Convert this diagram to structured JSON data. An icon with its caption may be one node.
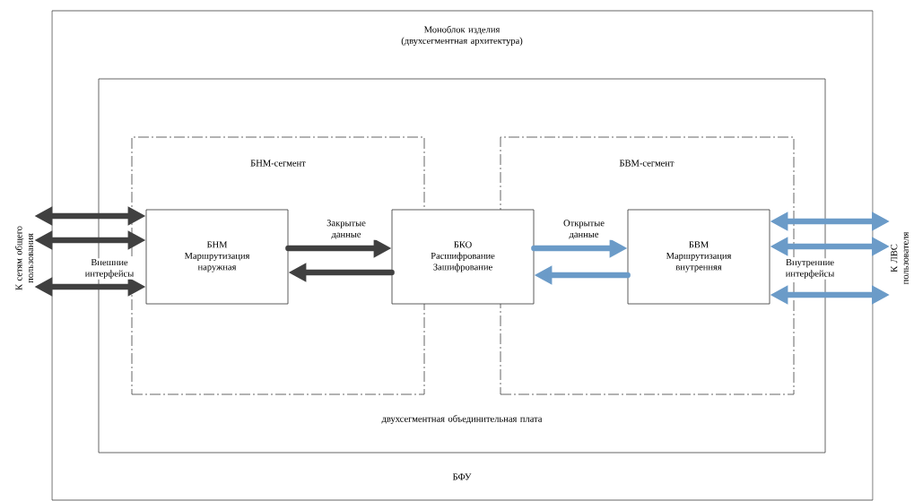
{
  "diagram": {
    "nodes": [
      {
        "text": [
          "Моноблок изделия (двухсегментная архитектура)",
          "БФУ"
        ]
      },
      {
        "text": [
          "двухсегментная объединительная плата"
        ],
        "in": 0
      },
      {
        "text": [
          "БНМ-сегмент"
        ],
        "in": 1
      },
      {
        "text": [
          "БВМ-сегмент"
        ],
        "in": 1
      },
      {
        "text": [
          "БНМ",
          "Маршрутизация наружная"
        ],
        "in": 2
      },
      {
        "text": [
          "БКО",
          "Расшифрование Зашифрование"
        ],
        "in": 1
      },
      {
        "text": [
          "БВМ",
          "Маршрутизация внутренняя"
        ],
        "in": 3
      },
      {
        "text": [
          "К сетям общего пользования"
        ]
      },
      {
        "text": [
          "К ЛВС пользователя"
        ]
      }
    ],
    "edges": [
      {
        "from": 7,
        "to": 4,
        "arrow": "both",
        "color": "#404040"
      },
      {
        "from": 7,
        "to": 4,
        "arrow": "both",
        "color": "#404040"
      },
      {
        "from": 7,
        "to": 4,
        "arrow": "both",
        "color": "#404040"
      },
      {
        "from": 4,
        "to": 5,
        "arrow": "to",
        "label": "Закрытые данные",
        "color": "#404040"
      },
      {
        "from": 5,
        "to": 4,
        "arrow": "to",
        "color": "#404040"
      },
      {
        "from": 5,
        "to": 6,
        "arrow": "to",
        "label": "Открытые данные",
        "color": "#6b9bc8"
      },
      {
        "from": 6,
        "to": 5,
        "arrow": "to",
        "color": "#6b9bc8"
      },
      {
        "from": 6,
        "to": 8,
        "arrow": "both",
        "color": "#6b9bc8"
      },
      {
        "from": 6,
        "to": 8,
        "arrow": "both",
        "color": "#6b9bc8"
      },
      {
        "from": 6,
        "to": 8,
        "arrow": "both",
        "color": "#6b9bc8"
      }
    ],
    "labels": [
      "Внешние интерфейсы",
      "Внутренние интерфейсы"
    ]
  }
}
